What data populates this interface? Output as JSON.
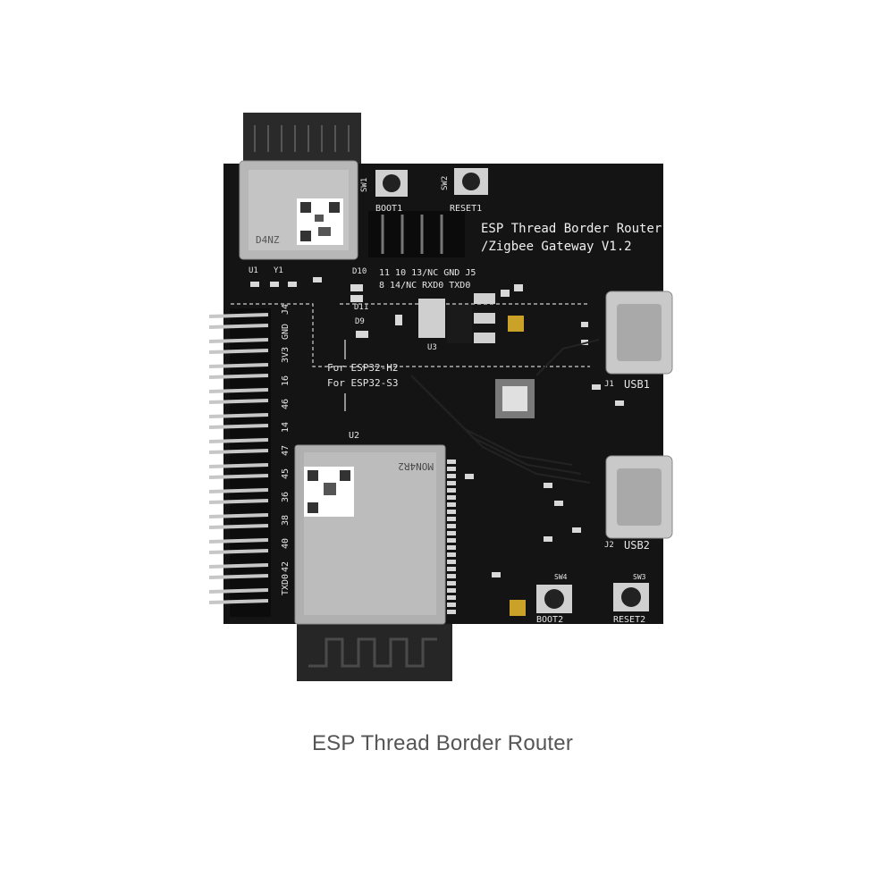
{
  "board": {
    "title_line1": "ESP Thread Border Router",
    "title_line2": "/Zigbee Gateway V1.2",
    "colors": {
      "pcb": "#141414",
      "silkscreen": "#e6e6e6",
      "module_shield": "#b9b9b9",
      "antenna": "#2b2b2b",
      "usb_metal": "#c9c9c9",
      "gold_pad": "#c9a227"
    },
    "labels": {
      "sw1": "SW1",
      "sw2": "SW2",
      "boot1": "BOOT1",
      "reset1": "RESET1",
      "j5_pins_top": "11 10 13/NC GND J5",
      "j5_pins_bottom": "8 14/NC RXD0 TXD0",
      "u1": "U1",
      "y1": "Y1",
      "d10": "D10",
      "d11": "D11",
      "d9": "D9",
      "u3": "U3",
      "for_k2": "For ESP32-H2",
      "for_s3": "For ESP32-S3",
      "j1": "J1",
      "usb1": "USB1",
      "j2": "J2",
      "usb2": "USB2",
      "u2": "U2",
      "sw3": "SW3",
      "sw4": "SW4",
      "boot2": "BOOT2",
      "reset2": "RESET2",
      "j4_pins": [
        "GND",
        "3V3",
        "16",
        "46",
        "14",
        "47",
        "45",
        "36",
        "38",
        "40",
        "42",
        "TXD0"
      ],
      "j4": "J4"
    },
    "module_top": {
      "marking": "D4NZ"
    },
    "module_main": {
      "marking": "MON4R2"
    }
  },
  "caption": "ESP Thread Border Router"
}
